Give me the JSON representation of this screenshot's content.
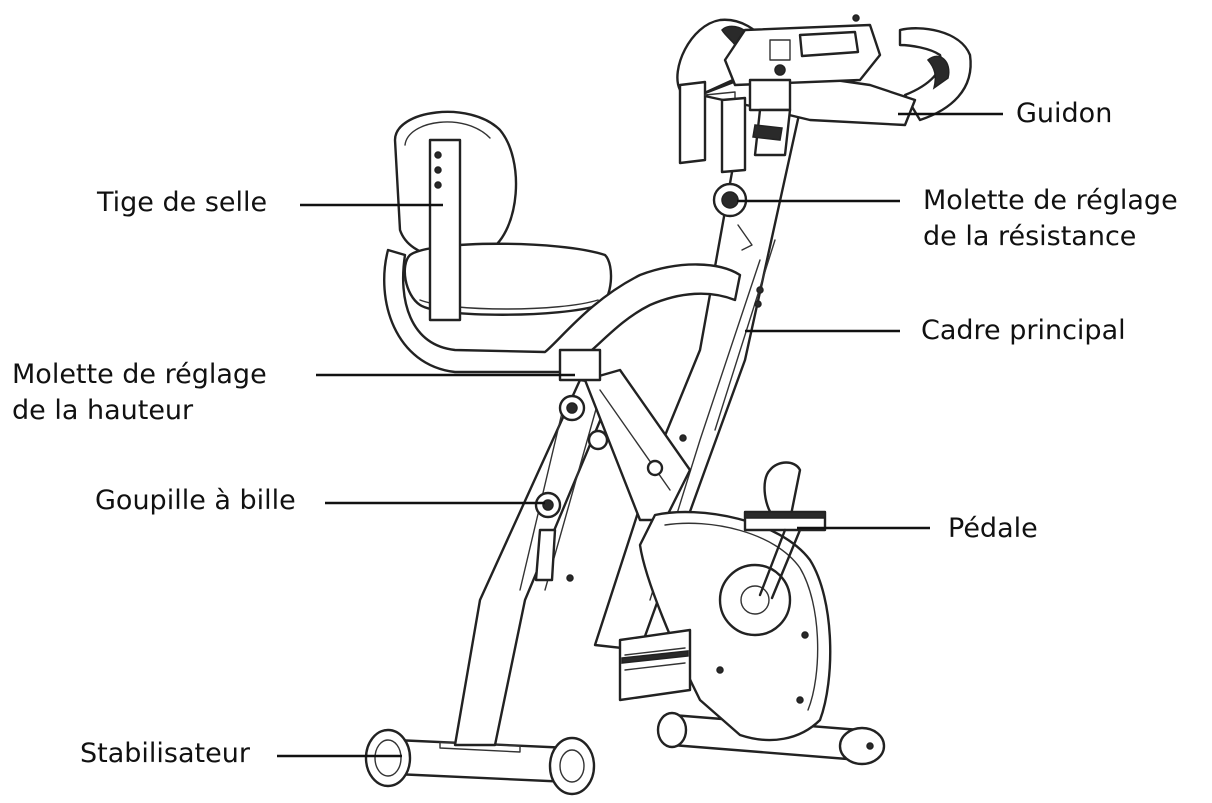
{
  "labels": {
    "guidon": "Guidon",
    "tige_de_selle": "Tige de selle",
    "molette_resistance_l1": "Molette de réglage",
    "molette_resistance_l2": "de la résistance",
    "cadre_principal": "Cadre principal",
    "molette_hauteur_l1": "Molette de réglage",
    "molette_hauteur_l2": "de la hauteur",
    "goupille": "Goupille à bille",
    "pedale": "Pédale",
    "stabilisateur": "Stabilisateur"
  }
}
